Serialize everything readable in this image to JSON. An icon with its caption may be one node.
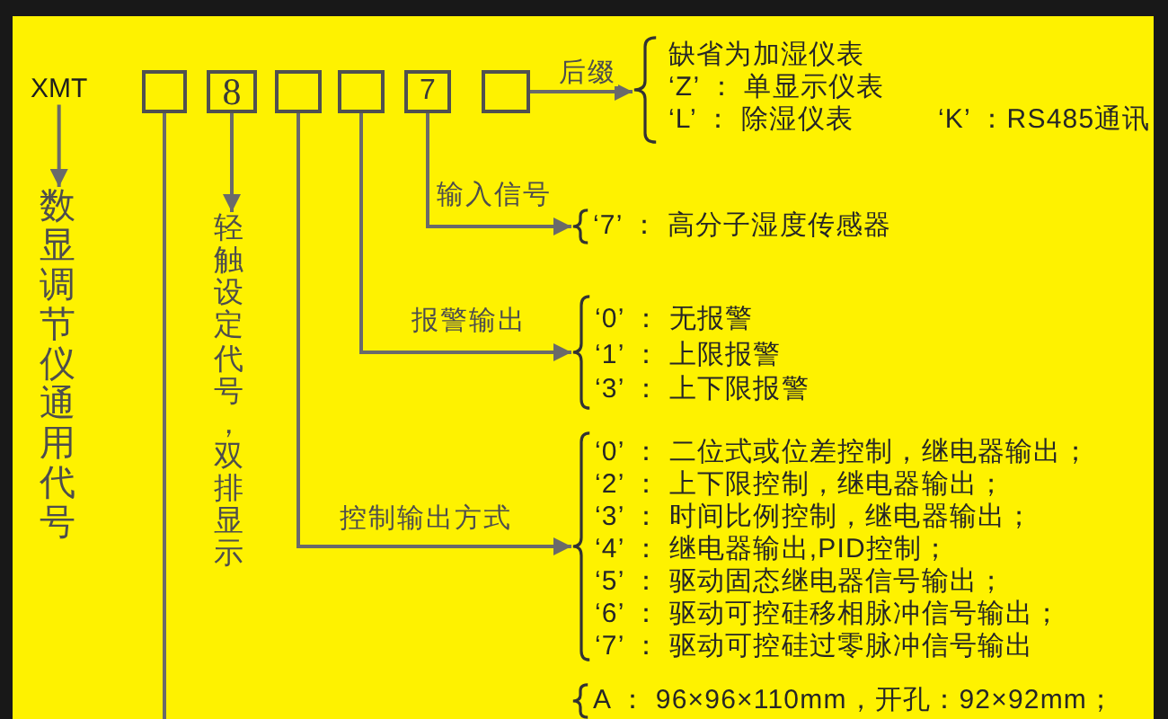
{
  "diagram": {
    "nodes": [
      {
        "text": [
          "XMT"
        ]
      },
      {
        "text": [],
        "shape": "box"
      },
      {
        "text": [
          "8"
        ]
      },
      {
        "text": [],
        "shape": "box"
      },
      {
        "text": [],
        "shape": "box"
      },
      {
        "text": [
          "7"
        ]
      },
      {
        "text": [],
        "shape": "box"
      },
      {
        "text": [
          "数显调节仪通用代号"
        ]
      },
      {
        "text": [
          "轻触设定代号，双排显示"
        ]
      },
      {
        "text": [
          "缺省为加湿仪表",
          "‘Z’ ： 单显示仪表",
          "‘L’ ： 除湿仪表",
          "‘K’ ：RS485通讯"
        ]
      },
      {
        "text": [
          "‘7’ ： 高分子湿度传感器"
        ]
      },
      {
        "text": [
          "‘0’ ： 无报警",
          "‘1’ ： 上限报警",
          "‘3’ ： 上下限报警"
        ]
      },
      {
        "text": [
          "‘0’ ： 二位式或位差控制，继电器输出；",
          "‘2’ ： 上下限控制，继电器输出；",
          "‘3’ ： 时间比例控制，继电器输出；",
          "‘4’ ： 继电器输出,PID控制；",
          "‘5’ ： 驱动固态继电器信号输出；",
          "‘6’ ： 驱动可控硅移相脉冲信号输出；",
          "‘7’ ： 驱动可控硅过零脉冲信号输出"
        ]
      },
      {
        "text": [
          "A ： 96×96×110mm，开孔：92×92mm；"
        ]
      }
    ],
    "edges": [
      {
        "from": 0,
        "to": 7,
        "arrow": "to"
      },
      {
        "from": 2,
        "to": 8,
        "arrow": "to"
      },
      {
        "from": 6,
        "to": 9,
        "arrow": "to",
        "label": "后缀"
      },
      {
        "from": 5,
        "to": 10,
        "arrow": "to",
        "label": "输入信号"
      },
      {
        "from": 4,
        "to": 11,
        "arrow": "to",
        "label": "报警输出"
      },
      {
        "from": 3,
        "to": 12,
        "arrow": "to",
        "label": "控制输出方式"
      },
      {
        "from": 1,
        "to": null,
        "arrow": "none"
      }
    ]
  }
}
